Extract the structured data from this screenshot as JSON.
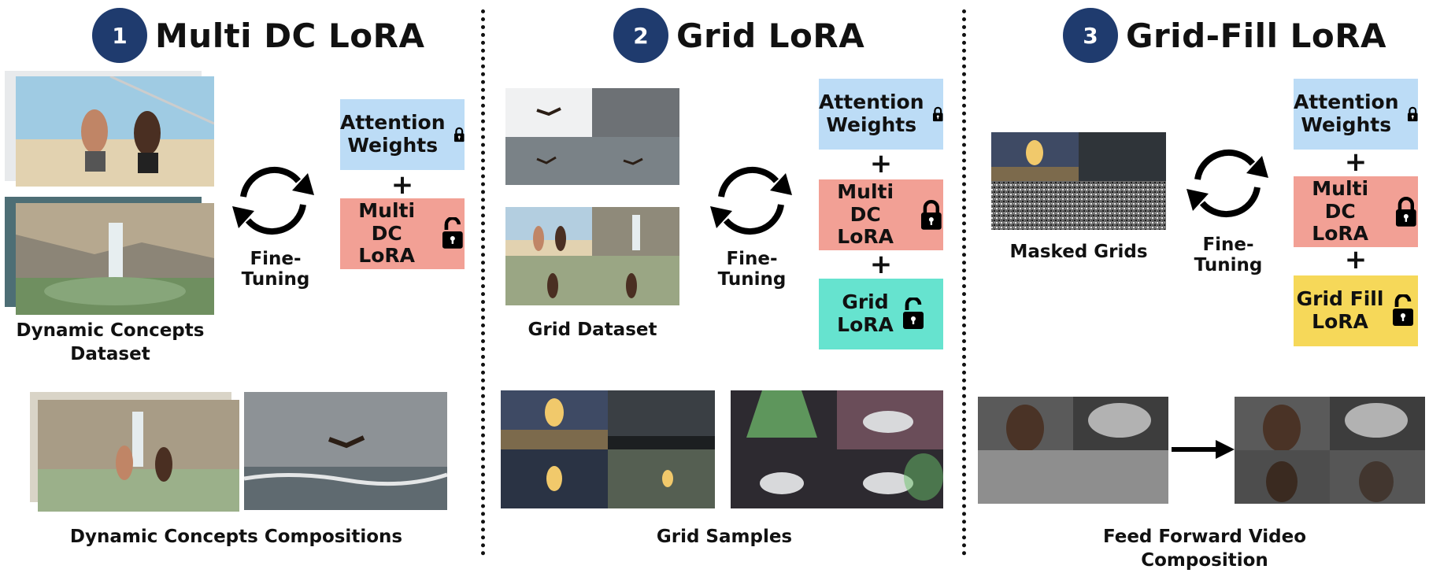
{
  "stages": [
    {
      "number": "1",
      "title": "Multi DC LoRA",
      "fine_tuning": "Fine-Tuning",
      "boxes": [
        {
          "label": "Attention\nWeights",
          "lock": "locked-padlock-icon"
        },
        {
          "label": "Multi DC\nLoRA",
          "lock": "unlocked-padlock-icon"
        }
      ],
      "dataset_caption": "Dynamic Concepts\nDataset",
      "bottom_caption": "Dynamic Concepts Compositions"
    },
    {
      "number": "2",
      "title": "Grid LoRA",
      "fine_tuning": "Fine-Tuning",
      "boxes": [
        {
          "label": "Attention\nWeights",
          "lock": "locked-padlock-icon"
        },
        {
          "label": "Multi DC\nLoRA",
          "lock": "locked-padlock-icon"
        },
        {
          "label": "Grid\nLoRA",
          "lock": "unlocked-padlock-icon"
        }
      ],
      "dataset_caption": "Grid Dataset",
      "bottom_caption": "Grid Samples"
    },
    {
      "number": "3",
      "title": "Grid-Fill LoRA",
      "fine_tuning": "Fine-Tuning",
      "boxes": [
        {
          "label": "Attention\nWeights",
          "lock": "locked-padlock-icon"
        },
        {
          "label": "Multi DC\nLoRA",
          "lock": "locked-padlock-icon"
        },
        {
          "label": "Grid Fill\nLoRA",
          "lock": "unlocked-padlock-icon"
        }
      ],
      "dataset_caption": "Masked Grids",
      "bottom_caption": "Feed Forward Video Composition"
    }
  ],
  "plus_sign": "+",
  "colors": {
    "stage_circle": "#1f3b6e",
    "attention_box": "#bcdcf6",
    "multi_dc_box": "#f2a095",
    "grid_box": "#66e3cf",
    "grid_fill_box": "#f6d859"
  }
}
